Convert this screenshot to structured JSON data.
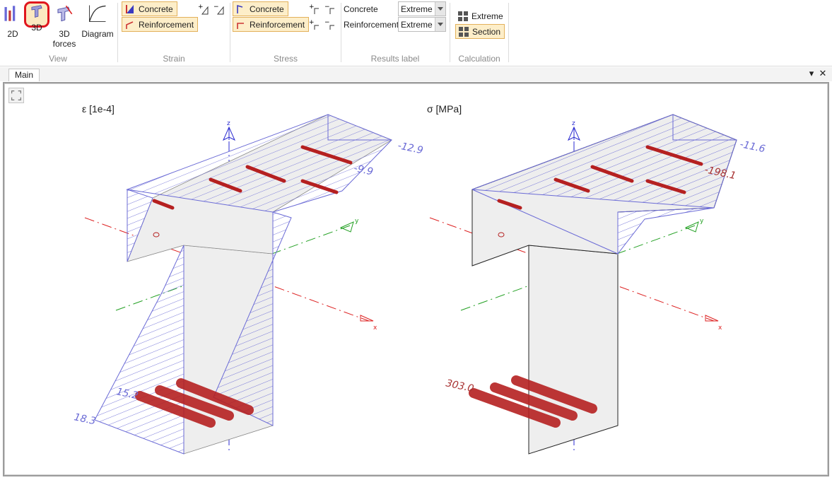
{
  "ribbon": {
    "view": {
      "label": "View",
      "btn_2d": "2D",
      "btn_3d": "3D",
      "btn_3d_forces": "3D forces",
      "btn_diagram": "Diagram"
    },
    "strain": {
      "label": "Strain",
      "concrete": "Concrete",
      "reinforcement": "Reinforcement"
    },
    "stress": {
      "label": "Stress",
      "concrete": "Concrete",
      "reinforcement": "Reinforcement"
    },
    "results_label": {
      "label": "Results label",
      "concrete_label": "Concrete",
      "concrete_value": "Extreme",
      "reinforcement_label": "Reinforcement",
      "reinforcement_value": "Extreme"
    },
    "calculation": {
      "label": "Calculation",
      "extreme": "Extreme",
      "section": "Section"
    }
  },
  "tabs": {
    "main": "Main"
  },
  "views": {
    "strain": {
      "title": "ε [1e-4]",
      "labels": {
        "top_right": "-12.9",
        "top_mid": "-9.9",
        "bottom_inner": "15.2",
        "bottom_corner": "18.3"
      }
    },
    "stress": {
      "title": "σ [MPa]",
      "labels": {
        "top_right": "-11.6",
        "top_mid": "-198.1",
        "bottom": "303.0"
      }
    },
    "axes": {
      "x": "x",
      "y": "y",
      "z": "z"
    }
  },
  "colors": {
    "strain_line": "#6b6bd6",
    "rebar": "#b52020",
    "section_fill": "#eeeeee",
    "axis_x": "#dd2222",
    "axis_y": "#22a022",
    "axis_z": "#2a2ad0",
    "selected_border": "#e0161e",
    "checked_fill": "#fdeec9"
  }
}
